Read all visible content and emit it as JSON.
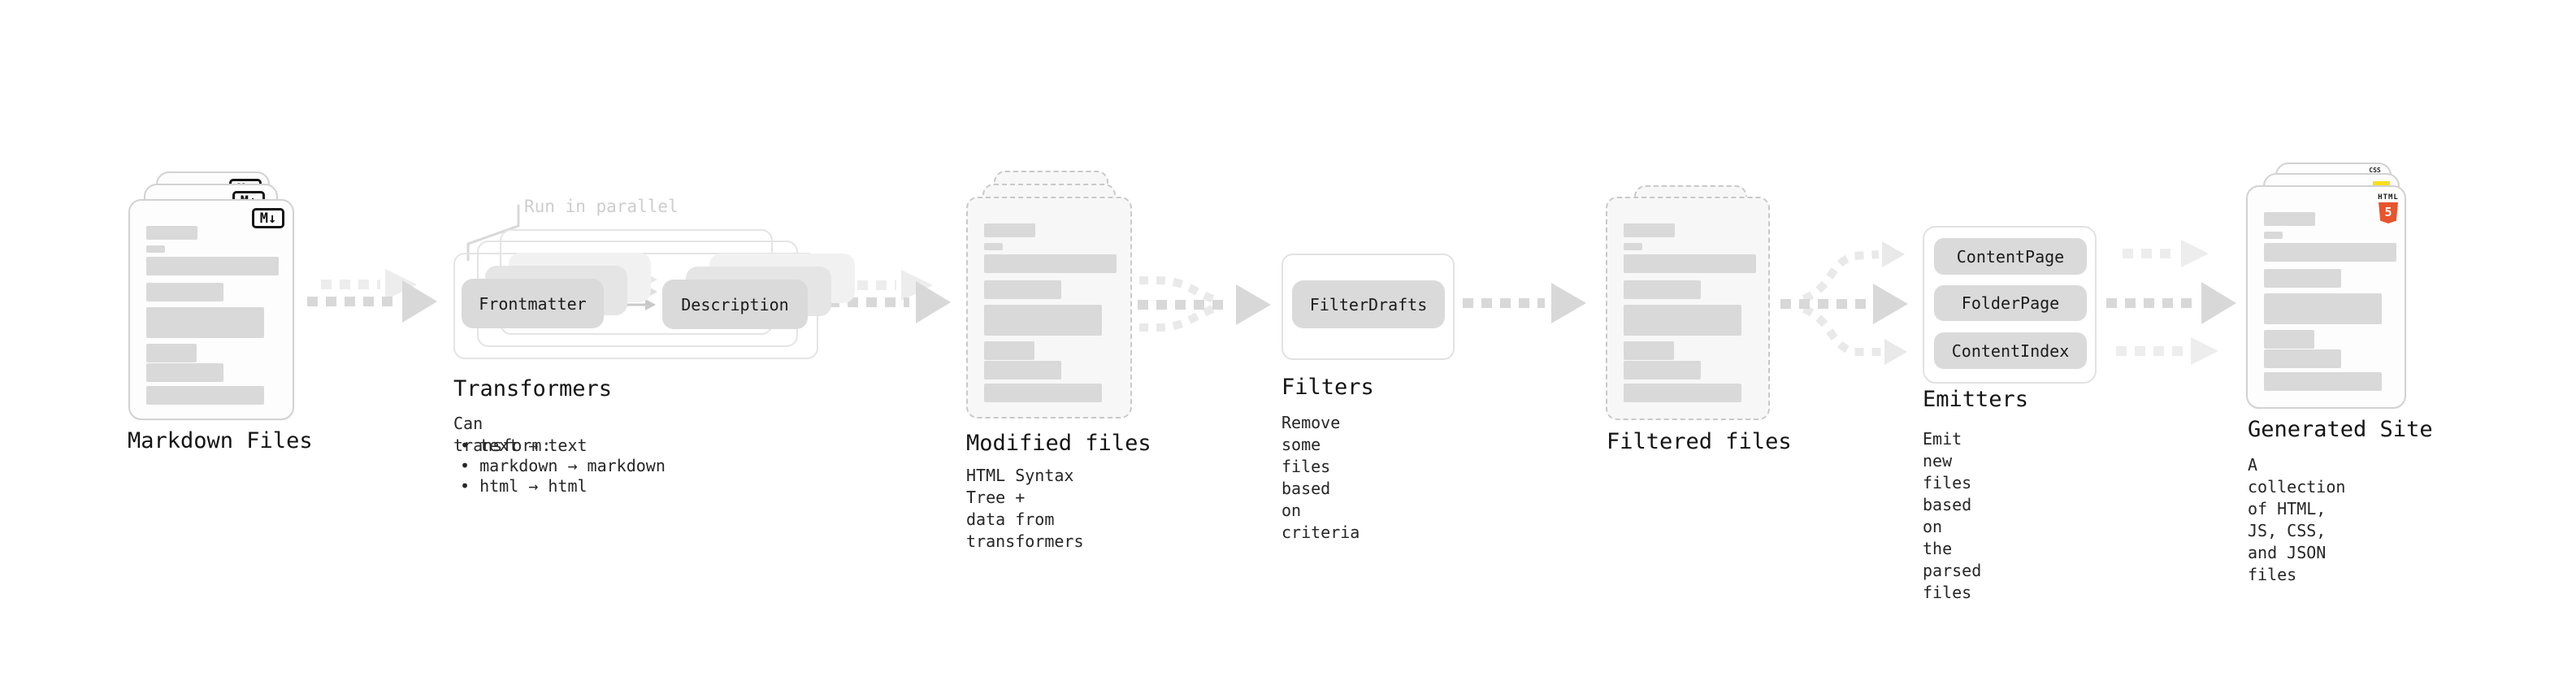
{
  "stages": {
    "markdown_files": {
      "title": "Markdown Files",
      "badge_label": "M↓"
    },
    "transformers": {
      "title": "Transformers",
      "annotation": "Run in parallel",
      "input_pill": "Frontmatter",
      "output_pill": "Description",
      "desc_heading": "Can transform:",
      "bullets": [
        "• text → text",
        "• markdown → markdown",
        "• html → html"
      ]
    },
    "modified_files": {
      "title": "Modified files",
      "description": "HTML Syntax Tree +\ndata from transformers"
    },
    "filters": {
      "title": "Filters",
      "pill": "FilterDrafts",
      "description": "Remove some files based\non criteria"
    },
    "filtered_files": {
      "title": "Filtered files"
    },
    "emitters": {
      "title": "Emitters",
      "pills": [
        "ContentPage",
        "FolderPage",
        "ContentIndex"
      ],
      "description": "Emit new files based on\nthe parsed files"
    },
    "generated_site": {
      "title": "Generated Site",
      "description": "A collection of HTML,\nJS, CSS, and JSON files",
      "badges": {
        "css": "CSS",
        "html_word": "HTML",
        "html_number": "5"
      }
    }
  },
  "colors": {
    "arrow_main": "#d8d8d8",
    "arrow_light": "#ededed",
    "placeholder_bar": "#d9d9d9",
    "pill_bg": "#dadada",
    "html5_orange": "#e8542e",
    "js_yellow": "#f7df1e",
    "css_blue": "#2e6fe0"
  }
}
